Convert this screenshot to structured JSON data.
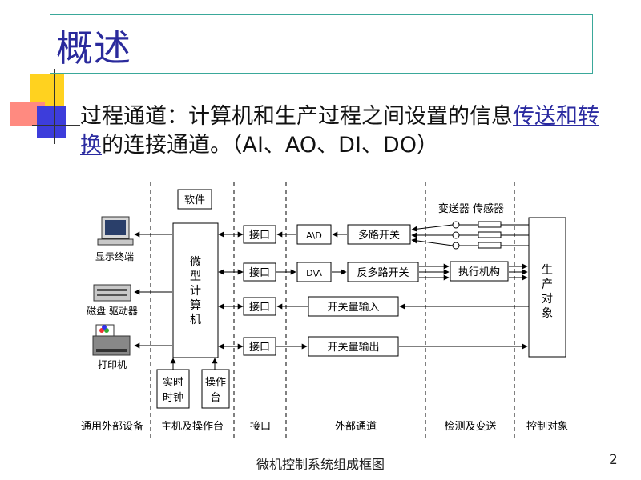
{
  "title": "概述",
  "bullet": {
    "text_before": "过程通道：计算机和生产过程之间设置的信息",
    "link_text": "传送和转换",
    "text_after": "的连接通道。（AI、AO、DI、DO）"
  },
  "diagram": {
    "software": "软件",
    "computer": [
      "微",
      "型",
      "计",
      "算",
      "机"
    ],
    "rtc": [
      "实时",
      "时钟"
    ],
    "console": [
      "操作",
      "台"
    ],
    "devices": {
      "display": "显示终端",
      "disk": "磁盘 驱动器",
      "printer": "打印机"
    },
    "interface": "接口",
    "ad": "A\\D",
    "da": "D\\A",
    "mux": "多路开关",
    "demux": "反多路开关",
    "di": "开关量输入",
    "do": "开关量输出",
    "actuator": "执行机构",
    "sensor_header": "变送器 传感器",
    "plant": [
      "生",
      "产",
      "对",
      "象"
    ],
    "columns": [
      "通用外部设备",
      "主机及操作台",
      "接口",
      "外部通道",
      "检测及变送",
      "控制对象"
    ]
  },
  "caption": "微机控制系统组成框图",
  "page_number": "2",
  "colors": {
    "title": "#2a2a9c",
    "title_border": "#3aa89a",
    "deco_yellow": "#ffd21f",
    "deco_red": "#ff7b70",
    "deco_blue": "#3d3ddb"
  }
}
